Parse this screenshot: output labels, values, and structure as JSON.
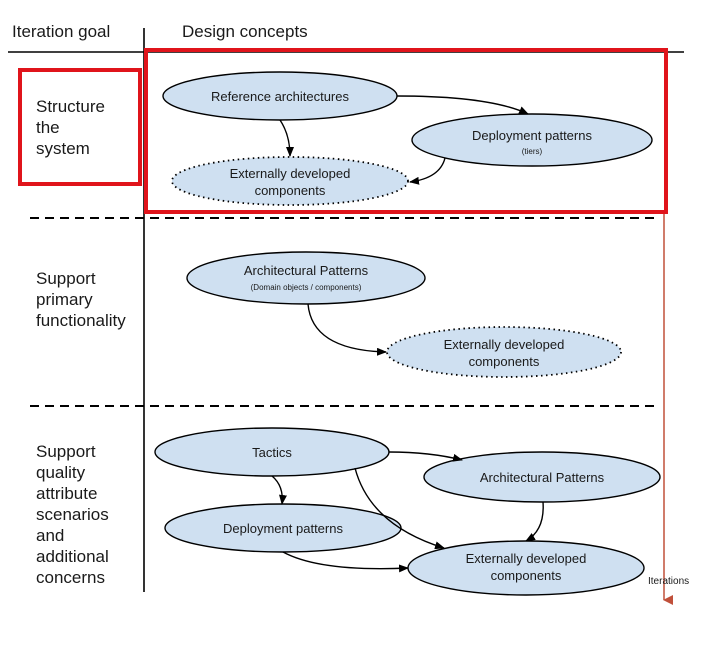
{
  "headers": {
    "goal": "Iteration goal",
    "concepts": "Design concepts"
  },
  "goals": [
    [
      "Structure",
      "the",
      "system"
    ],
    [
      "Support",
      "primary",
      "functionality"
    ],
    [
      "Support",
      "quality",
      "attribute",
      "scenarios",
      "and",
      "additional",
      "concerns"
    ]
  ],
  "nodes": {
    "ref_arch": {
      "label": "Reference architectures"
    },
    "deploy1": {
      "label": "Deployment patterns",
      "sub": "(tiers)"
    },
    "ext1": {
      "label1": "Externally developed",
      "label2": "components"
    },
    "arch_pat1": {
      "label": "Architectural Patterns",
      "sub": "(Domain objects / components)"
    },
    "ext2": {
      "label1": "Externally developed",
      "label2": "components"
    },
    "tactics": {
      "label": "Tactics"
    },
    "arch_pat2": {
      "label": "Architectural Patterns"
    },
    "deploy2": {
      "label": "Deployment patterns"
    },
    "ext3": {
      "label1": "Externally developed",
      "label2": "components"
    }
  },
  "axis_label": "Iterations",
  "colors": {
    "node_fill": "#cfe0f1",
    "highlight": "#e0141b",
    "axis": "#c0503a"
  }
}
